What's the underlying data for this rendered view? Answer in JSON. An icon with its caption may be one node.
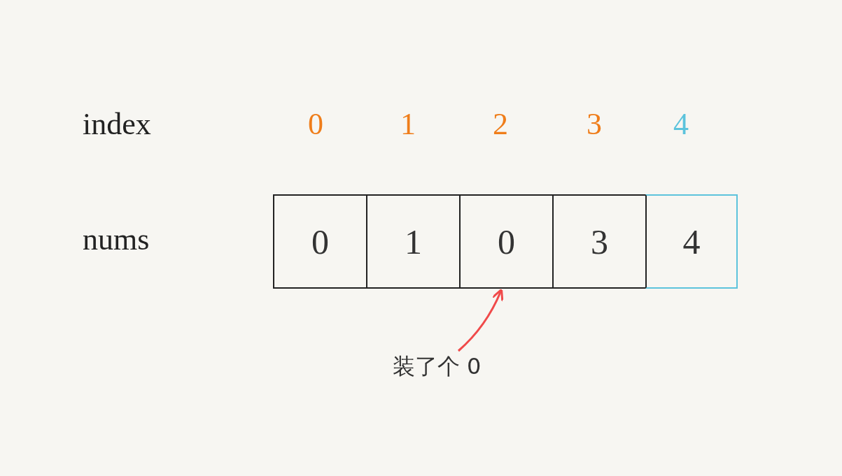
{
  "diagram": {
    "nodes": [
      {
        "text": [
          "0"
        ]
      },
      {
        "text": [
          "1"
        ]
      },
      {
        "text": [
          "0"
        ]
      },
      {
        "text": [
          "3"
        ]
      },
      {
        "text": [
          "4"
        ]
      },
      {
        "text": [
          "装了个 0"
        ]
      }
    ],
    "edges": [
      {
        "from": 5,
        "to": 2,
        "arrow": "to",
        "color": "#f04a4a"
      }
    ],
    "labels": [
      "index",
      "0",
      "1",
      "2",
      "3",
      "4",
      "nums"
    ]
  }
}
